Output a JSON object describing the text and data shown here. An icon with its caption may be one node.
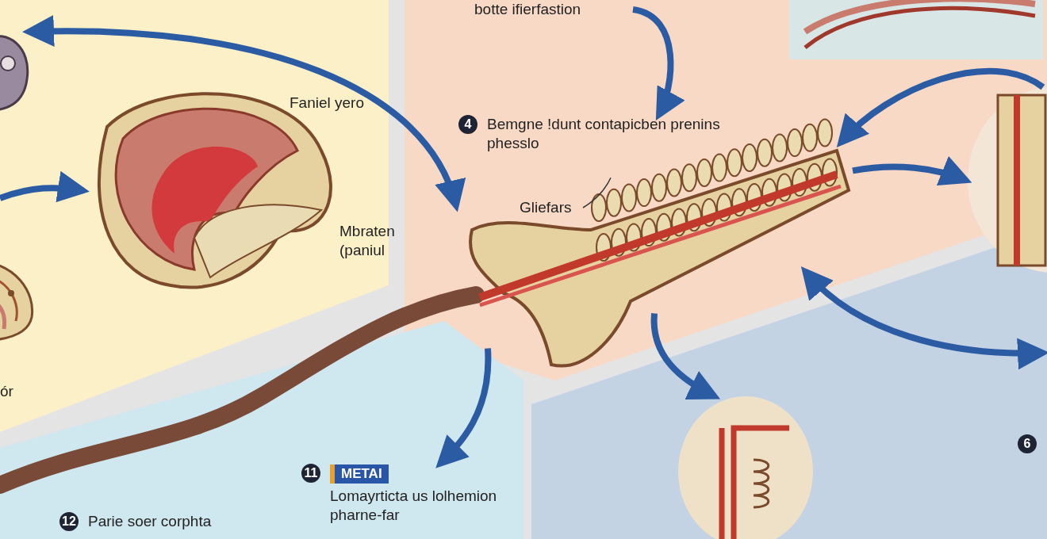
{
  "diagram": {
    "nodes": [
      {
        "text": [],
        "shape": "picture"
      },
      {
        "text": [],
        "shape": "picture"
      },
      {
        "text": [],
        "shape": "picture"
      },
      {
        "text": [],
        "shape": "picture"
      },
      {
        "text": [],
        "shape": "picture"
      },
      {
        "text": [],
        "shape": "picture"
      },
      {
        "text": [],
        "shape": "picture"
      },
      {
        "text": [
          "botte ifierfastion"
        ]
      },
      {
        "text": [
          "Bemgne !dunt contapicben prenins phesslo"
        ]
      },
      {
        "text": [
          "Gliefars"
        ]
      },
      {
        "text": [
          "METAI",
          "Lomayrticta us lolhemion pharne-far"
        ]
      },
      {
        "text": [
          "6"
        ]
      },
      {
        "text": [
          "Parie soer corphta"
        ]
      },
      {
        "text": [
          "4"
        ]
      },
      {
        "text": [
          "11"
        ]
      },
      {
        "text": [
          "12"
        ]
      }
    ],
    "edges": [
      {
        "from": 0,
        "to": 2,
        "arrow": "both"
      },
      {
        "from": null,
        "to": 1,
        "arrow": "to"
      },
      {
        "from": 7,
        "to": 8,
        "arrow": "to"
      },
      {
        "from": 4,
        "to": 2,
        "arrow": "to"
      },
      {
        "from": 2,
        "to": 4,
        "arrow": "to"
      },
      {
        "from": 2,
        "to": null,
        "arrow": "both"
      },
      {
        "from": 2,
        "to": 5,
        "arrow": "to"
      },
      {
        "from": 2,
        "to": 10,
        "arrow": "to"
      },
      {
        "from": 9,
        "to": 2,
        "arrow": "none",
        "color": "#333333"
      }
    ],
    "labels": [
      "Faniel yero",
      "Mbraten (paniul",
      "ór"
    ]
  }
}
